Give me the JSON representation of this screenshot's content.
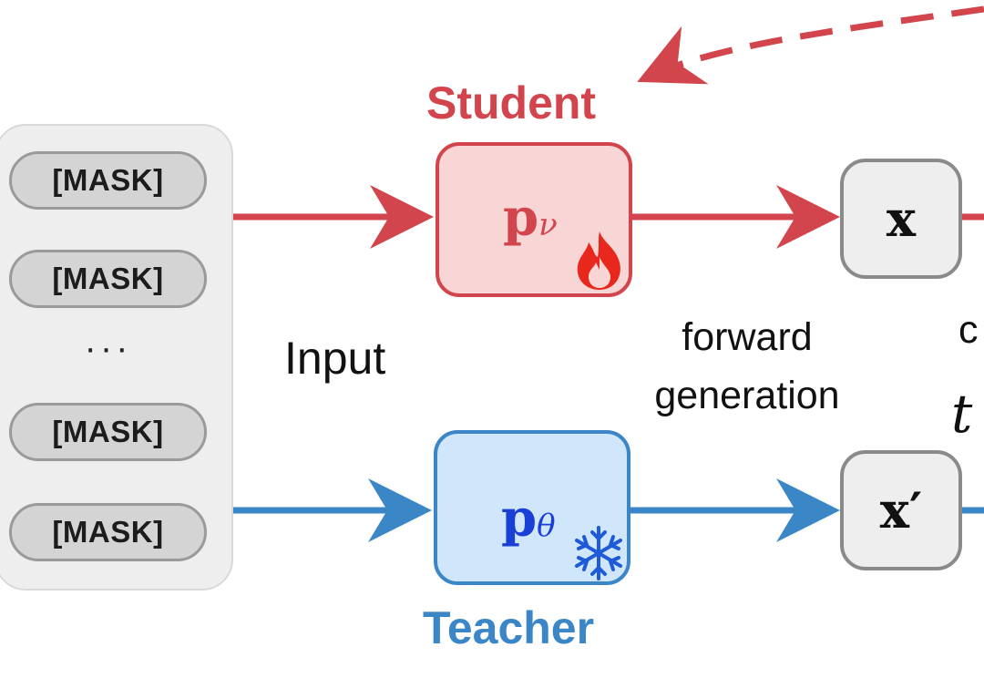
{
  "input_panel": {
    "tokens": [
      "[MASK]",
      "[MASK]",
      "[MASK]",
      "[MASK]"
    ],
    "ellipsis": "···",
    "label": "Input"
  },
  "student": {
    "title": "Student",
    "symbol": "p",
    "subscript": "ν",
    "icon": "flame-icon",
    "color": "#d2454c",
    "fill": "#f9d6d6"
  },
  "teacher": {
    "title": "Teacher",
    "symbol": "p",
    "subscript": "θ",
    "icon": "snowflake-icon",
    "color": "#3b86c6",
    "fill": "#cfe6fb"
  },
  "outputs": {
    "student_output": "x",
    "teacher_output": "x′"
  },
  "edge_labels": {
    "generation_line1": "forward",
    "generation_line2": "generation",
    "cut_text_1": "c",
    "cut_text_2": "t"
  }
}
